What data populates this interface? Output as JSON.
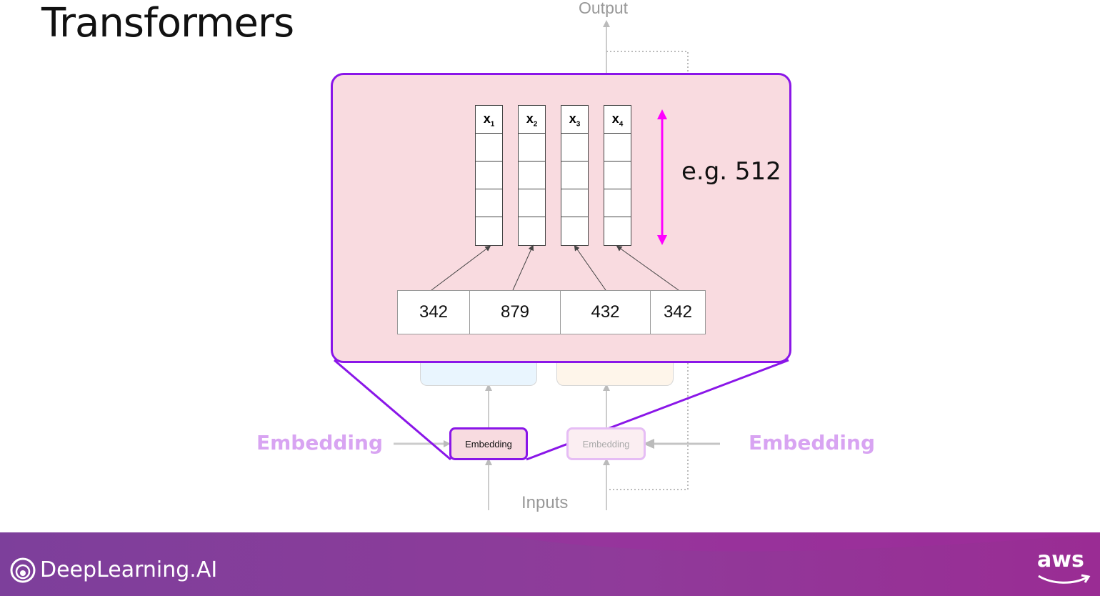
{
  "slide": {
    "title": "Transformers"
  },
  "diagram": {
    "output_label": "Output",
    "inputs_label": "Inputs",
    "embedding_left_label": "Embedding",
    "embedding_right_label": "Embedding",
    "embedding_box_label": "Embedding",
    "embedding_box_faded_label": "Embedding",
    "dimension_label": "e.g. 512",
    "vectors": [
      {
        "name": "x",
        "sub": "1"
      },
      {
        "name": "x",
        "sub": "2"
      },
      {
        "name": "x",
        "sub": "3"
      },
      {
        "name": "x",
        "sub": "4"
      }
    ],
    "token_ids": [
      "342",
      "879",
      "432",
      "342"
    ]
  },
  "footer": {
    "brand": "DeepLearning.AI",
    "partner": "aws"
  },
  "colors": {
    "accent_purple": "#8a16e8",
    "magenta_arrow": "#ff00ff",
    "panel_pink": "#f9dbe0",
    "footer_purple": "#8f3b9a",
    "faded_label": "#d8a4f2"
  }
}
